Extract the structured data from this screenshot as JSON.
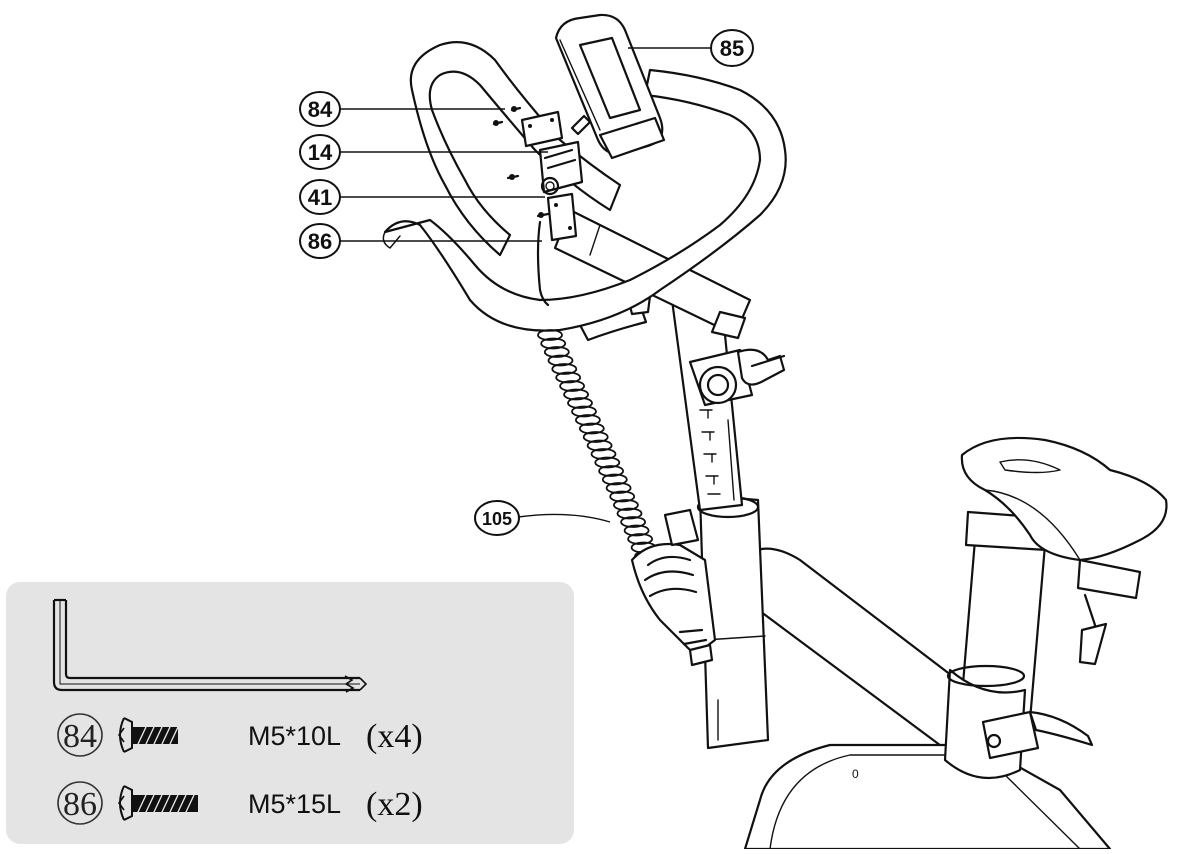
{
  "callouts": {
    "c84": "84",
    "c14": "14",
    "c41": "41",
    "c86": "86",
    "c85": "85",
    "c105": "105"
  },
  "legend": {
    "background_color": "#e4e4e4",
    "wrench_icon": "allen-key-icon",
    "items": [
      {
        "num": "84",
        "spec": "M5*10L",
        "qty": "(x4)",
        "icon": "screw-icon"
      },
      {
        "num": "86",
        "spec": "M5*15L",
        "qty": "(x2)",
        "icon": "screw-icon"
      }
    ]
  }
}
